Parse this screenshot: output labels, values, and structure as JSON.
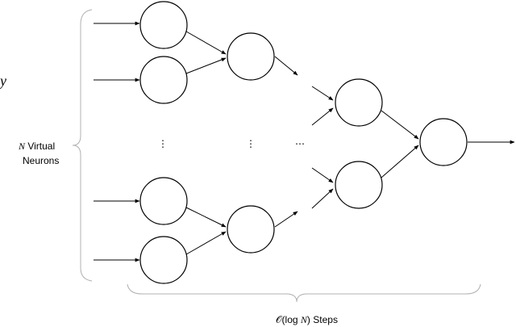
{
  "figure": {
    "side_symbol": "y",
    "input_label": {
      "var": "N",
      "line1_rest": " Virtual",
      "line2": "Neurons"
    },
    "steps_label": {
      "prefix": "𝒪(log ",
      "var": "N",
      "suffix": ") Steps"
    },
    "vertical_dots": "⋮",
    "horizontal_dots": "⋯"
  }
}
